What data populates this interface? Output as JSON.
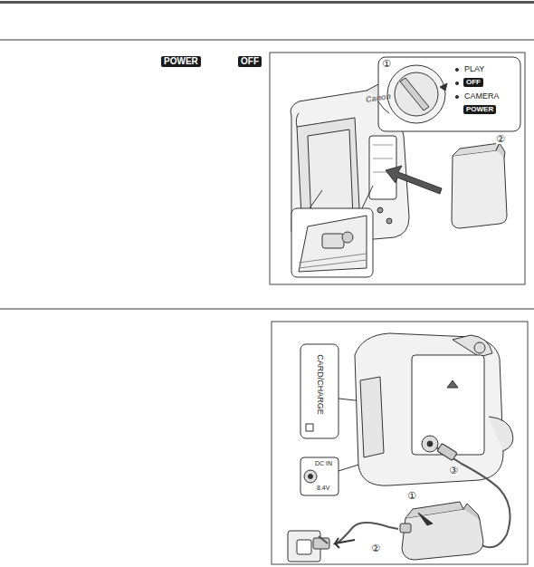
{
  "diagram": {
    "labels": [
      "POWER",
      "OFF",
      "①",
      "PLAY",
      "OFF",
      "CAMERA",
      "POWER",
      "②",
      "Canon",
      "CARD/CHARGE",
      "DC IN",
      "8.4V",
      "①",
      "②",
      "③"
    ]
  }
}
